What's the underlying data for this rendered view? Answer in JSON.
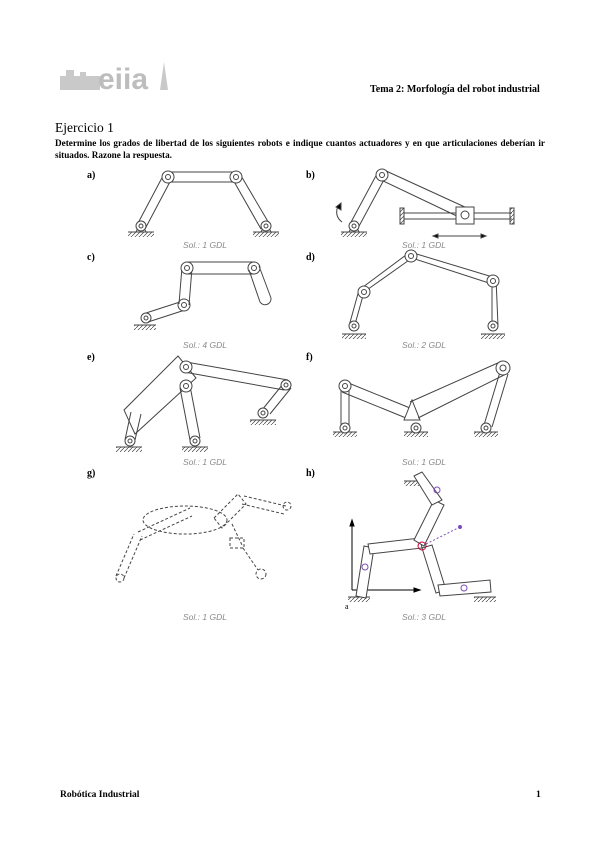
{
  "header": {
    "logo_text": "eiia",
    "title": "Tema 2: Morfología del robot industrial"
  },
  "exercise": {
    "title": "Ejercicio 1",
    "text": "Determine los grados de libertad de los siguientes robots e indique cuantos actuadores y en que articulaciones deberían ir situados. Razone la respuesta."
  },
  "figures": [
    {
      "label": "a)",
      "solution": "Sol.: 1 GDL"
    },
    {
      "label": "b)",
      "solution": "Sol.: 1 GDL"
    },
    {
      "label": "c)",
      "solution": "Sol.: 4 GDL"
    },
    {
      "label": "d)",
      "solution": "Sol.: 2 GDL"
    },
    {
      "label": "e)",
      "solution": "Sol.: 1 GDL"
    },
    {
      "label": "f)",
      "solution": "Sol.: 1 GDL"
    },
    {
      "label": "g)",
      "solution": "Sol.: 1 GDL"
    },
    {
      "label": "h)",
      "solution": "Sol.: 3 GDL",
      "point_label": "a"
    }
  ],
  "footer": {
    "course": "Robótica Industrial",
    "page_number": "1"
  }
}
